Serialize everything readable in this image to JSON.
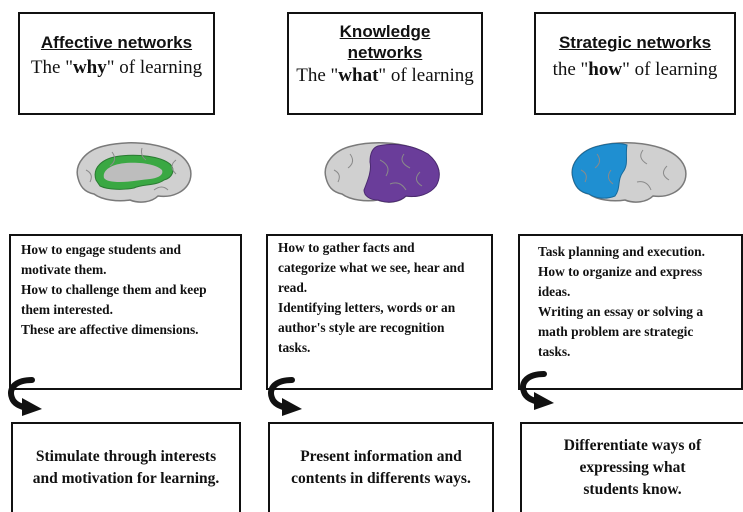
{
  "columns": [
    {
      "heading": "Affective networks",
      "sub_pre": "The \"",
      "sub_bold": "why",
      "sub_post": "\" of learning",
      "brain_color": "#3aa843",
      "desc_lines": [
        "How to engage students and",
        "motivate them.",
        "How to challenge them and keep",
        "them interested.",
        "These are affective dimensions."
      ],
      "bottom_lines": [
        "Stimulate through interests",
        "and motivation for learning."
      ]
    },
    {
      "heading_lines": [
        "Knowledge",
        "networks"
      ],
      "sub_pre": "The \"",
      "sub_bold": "what",
      "sub_post": "\" of learning",
      "brain_color": "#6a3d9a",
      "desc_lines": [
        "How to gather facts and",
        "categorize what we see, hear and",
        "read.",
        "Identifying letters, words or an",
        "author's style are recognition",
        "tasks."
      ],
      "bottom_lines": [
        "Present information and",
        "contents in differents ways."
      ]
    },
    {
      "heading": "Strategic networks",
      "sub_pre": "the \"",
      "sub_bold": "how",
      "sub_post": "\" of learning",
      "brain_color": "#1f8fd1",
      "desc_lines": [
        "Task planning and execution.",
        "How to organize and express",
        "ideas.",
        "Writing an essay or solving a",
        "math problem are strategic",
        "tasks."
      ],
      "bottom_lines": [
        "Differentiate ways of",
        "expressing what",
        "students know."
      ]
    }
  ],
  "brain_base_color": "#d0d0d0",
  "icons": [
    "brain-icon",
    "curved-arrow-icon"
  ]
}
